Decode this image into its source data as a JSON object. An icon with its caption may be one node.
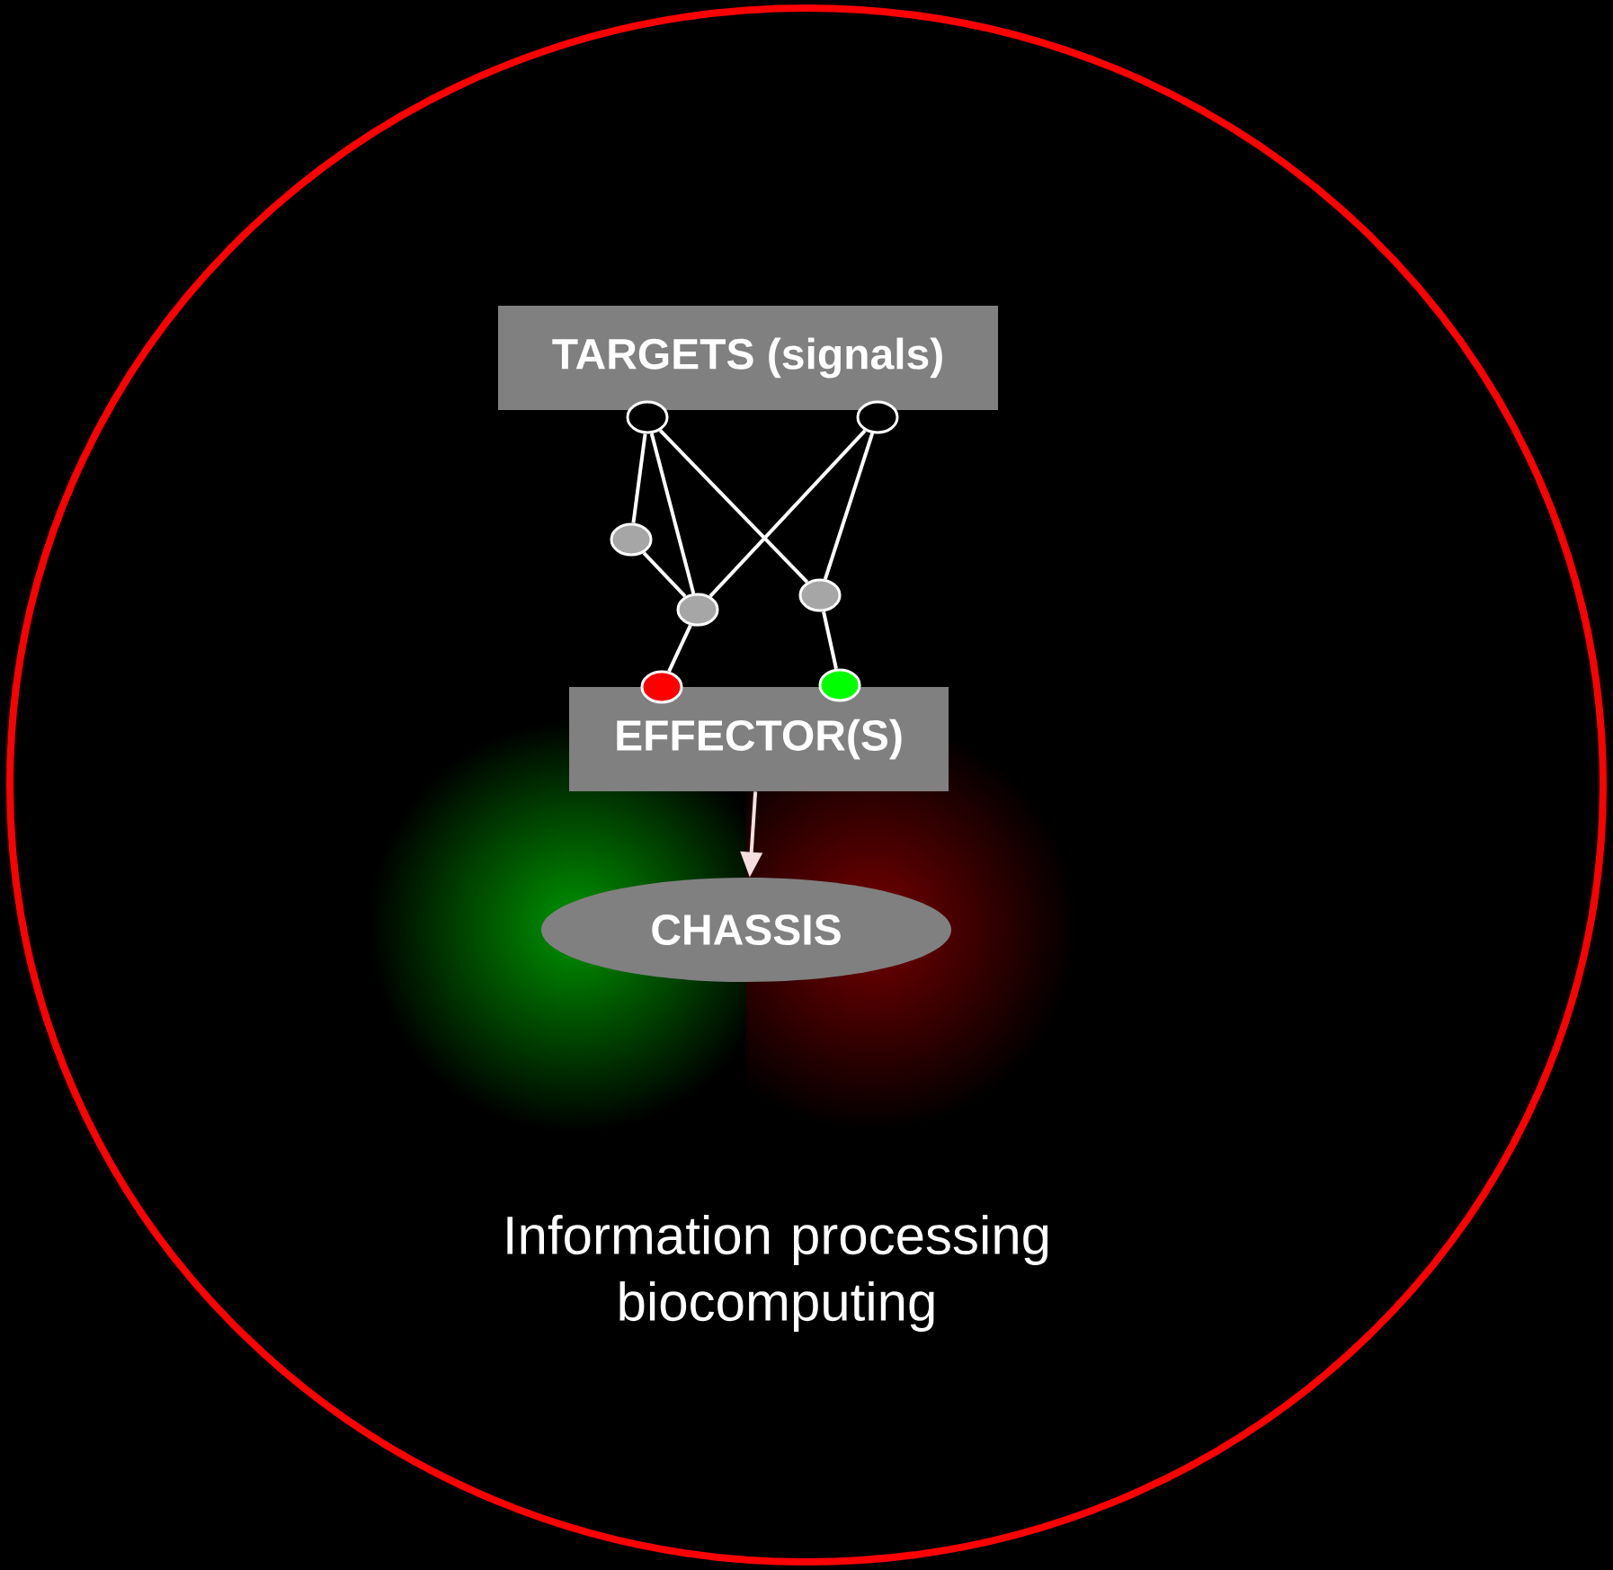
{
  "diagram": {
    "nodes": [
      {
        "text": [
          "Information processing biocomputing"
        ]
      },
      {
        "text": [
          "TARGETS (signals)"
        ],
        "in": 0
      },
      {
        "text": [],
        "shape": "circle",
        "in": 0
      },
      {
        "text": [],
        "shape": "circle",
        "in": 0
      },
      {
        "text": [],
        "shape": "circle",
        "in": 0
      },
      {
        "text": [],
        "shape": "circle",
        "in": 0
      },
      {
        "text": [],
        "shape": "circle",
        "in": 0
      },
      {
        "text": [],
        "shape": "circle",
        "in": 0
      },
      {
        "text": [],
        "shape": "circle",
        "in": 0
      },
      {
        "text": [
          "EFFECTOR(S)"
        ],
        "in": 0
      },
      {
        "text": [
          "CHASSIS"
        ],
        "in": 0
      }
    ],
    "edges": [
      {
        "from": 2,
        "to": 4,
        "arrow": "none"
      },
      {
        "from": 2,
        "to": 6,
        "arrow": "none"
      },
      {
        "from": 2,
        "to": 5,
        "arrow": "none"
      },
      {
        "from": 4,
        "to": 6,
        "arrow": "none"
      },
      {
        "from": 3,
        "to": 6,
        "arrow": "none"
      },
      {
        "from": 3,
        "to": 5,
        "arrow": "none"
      },
      {
        "from": 6,
        "to": 7,
        "arrow": "none"
      },
      {
        "from": 5,
        "to": 8,
        "arrow": "none"
      },
      {
        "from": 9,
        "to": 10,
        "arrow": "to",
        "color": "#f5dede"
      }
    ]
  }
}
